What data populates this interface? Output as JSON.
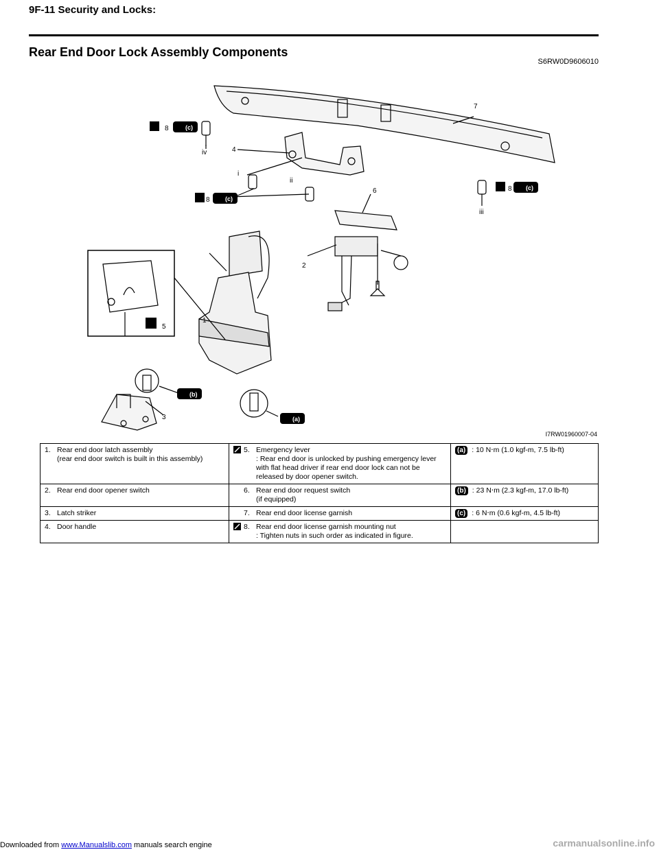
{
  "header": {
    "title": "9F-11   Security and Locks:"
  },
  "section": {
    "title": "Rear End Door Lock Assembly Components",
    "code": "S6RW0D9606010"
  },
  "figure": {
    "code": "I7RW01960007-04",
    "labels": {
      "l1": "1",
      "l2": "2",
      "l3": "3",
      "l4": "4",
      "l5": "5",
      "l6": "6",
      "l7": "7",
      "l8a": "8",
      "l8b": "8",
      "l8c": "8",
      "ri": "i",
      "rii": "ii",
      "riii": "iii",
      "riv": "iv",
      "ta": "(a)",
      "tb": "(b)",
      "tc1": "(c)",
      "tc2": "(c)",
      "tc3": "(c)"
    }
  },
  "legend": {
    "rows": [
      {
        "a_num": "1.",
        "a_text": "Rear end door latch assembly",
        "a_sub": "(rear end door switch is built in this assembly)",
        "b_num": "5.",
        "b_text": "Emergency lever",
        "b_sub": ": Rear end door is unlocked by pushing emergency lever with flat head driver if rear end door lock can not be released by door opener switch.",
        "c_badge": "(a)",
        "c_text": ":   10 N⋅m (1.0 kgf-m, 7.5 lb-ft)"
      },
      {
        "a_num": "2.",
        "a_text": "Rear end door opener switch",
        "a_sub": "",
        "b_num": "6.",
        "b_text": "Rear end door request switch",
        "b_sub": "(if equipped)",
        "c_badge": "(b)",
        "c_text": ":   23 N⋅m (2.3 kgf-m, 17.0 lb-ft)"
      },
      {
        "a_num": "3.",
        "a_text": "Latch striker",
        "a_sub": "",
        "b_num": "7.",
        "b_text": "Rear end door license garnish",
        "b_sub": "",
        "c_badge": "(c)",
        "c_text": ":   6 N⋅m (0.6 kgf-m, 4.5 lb-ft)"
      },
      {
        "a_num": "4.",
        "a_text": "Door handle",
        "a_sub": "",
        "b_num": "8.",
        "b_text": "Rear end door license garnish mounting nut",
        "b_sub": ": Tighten nuts in such order as indicated in figure.",
        "c_badge": "",
        "c_text": ""
      }
    ]
  },
  "footer": {
    "prefix": "Downloaded from ",
    "link": "www.Manualslib.com",
    "suffix": "  manuals search engine",
    "watermark": "carmanualsonline.info"
  }
}
